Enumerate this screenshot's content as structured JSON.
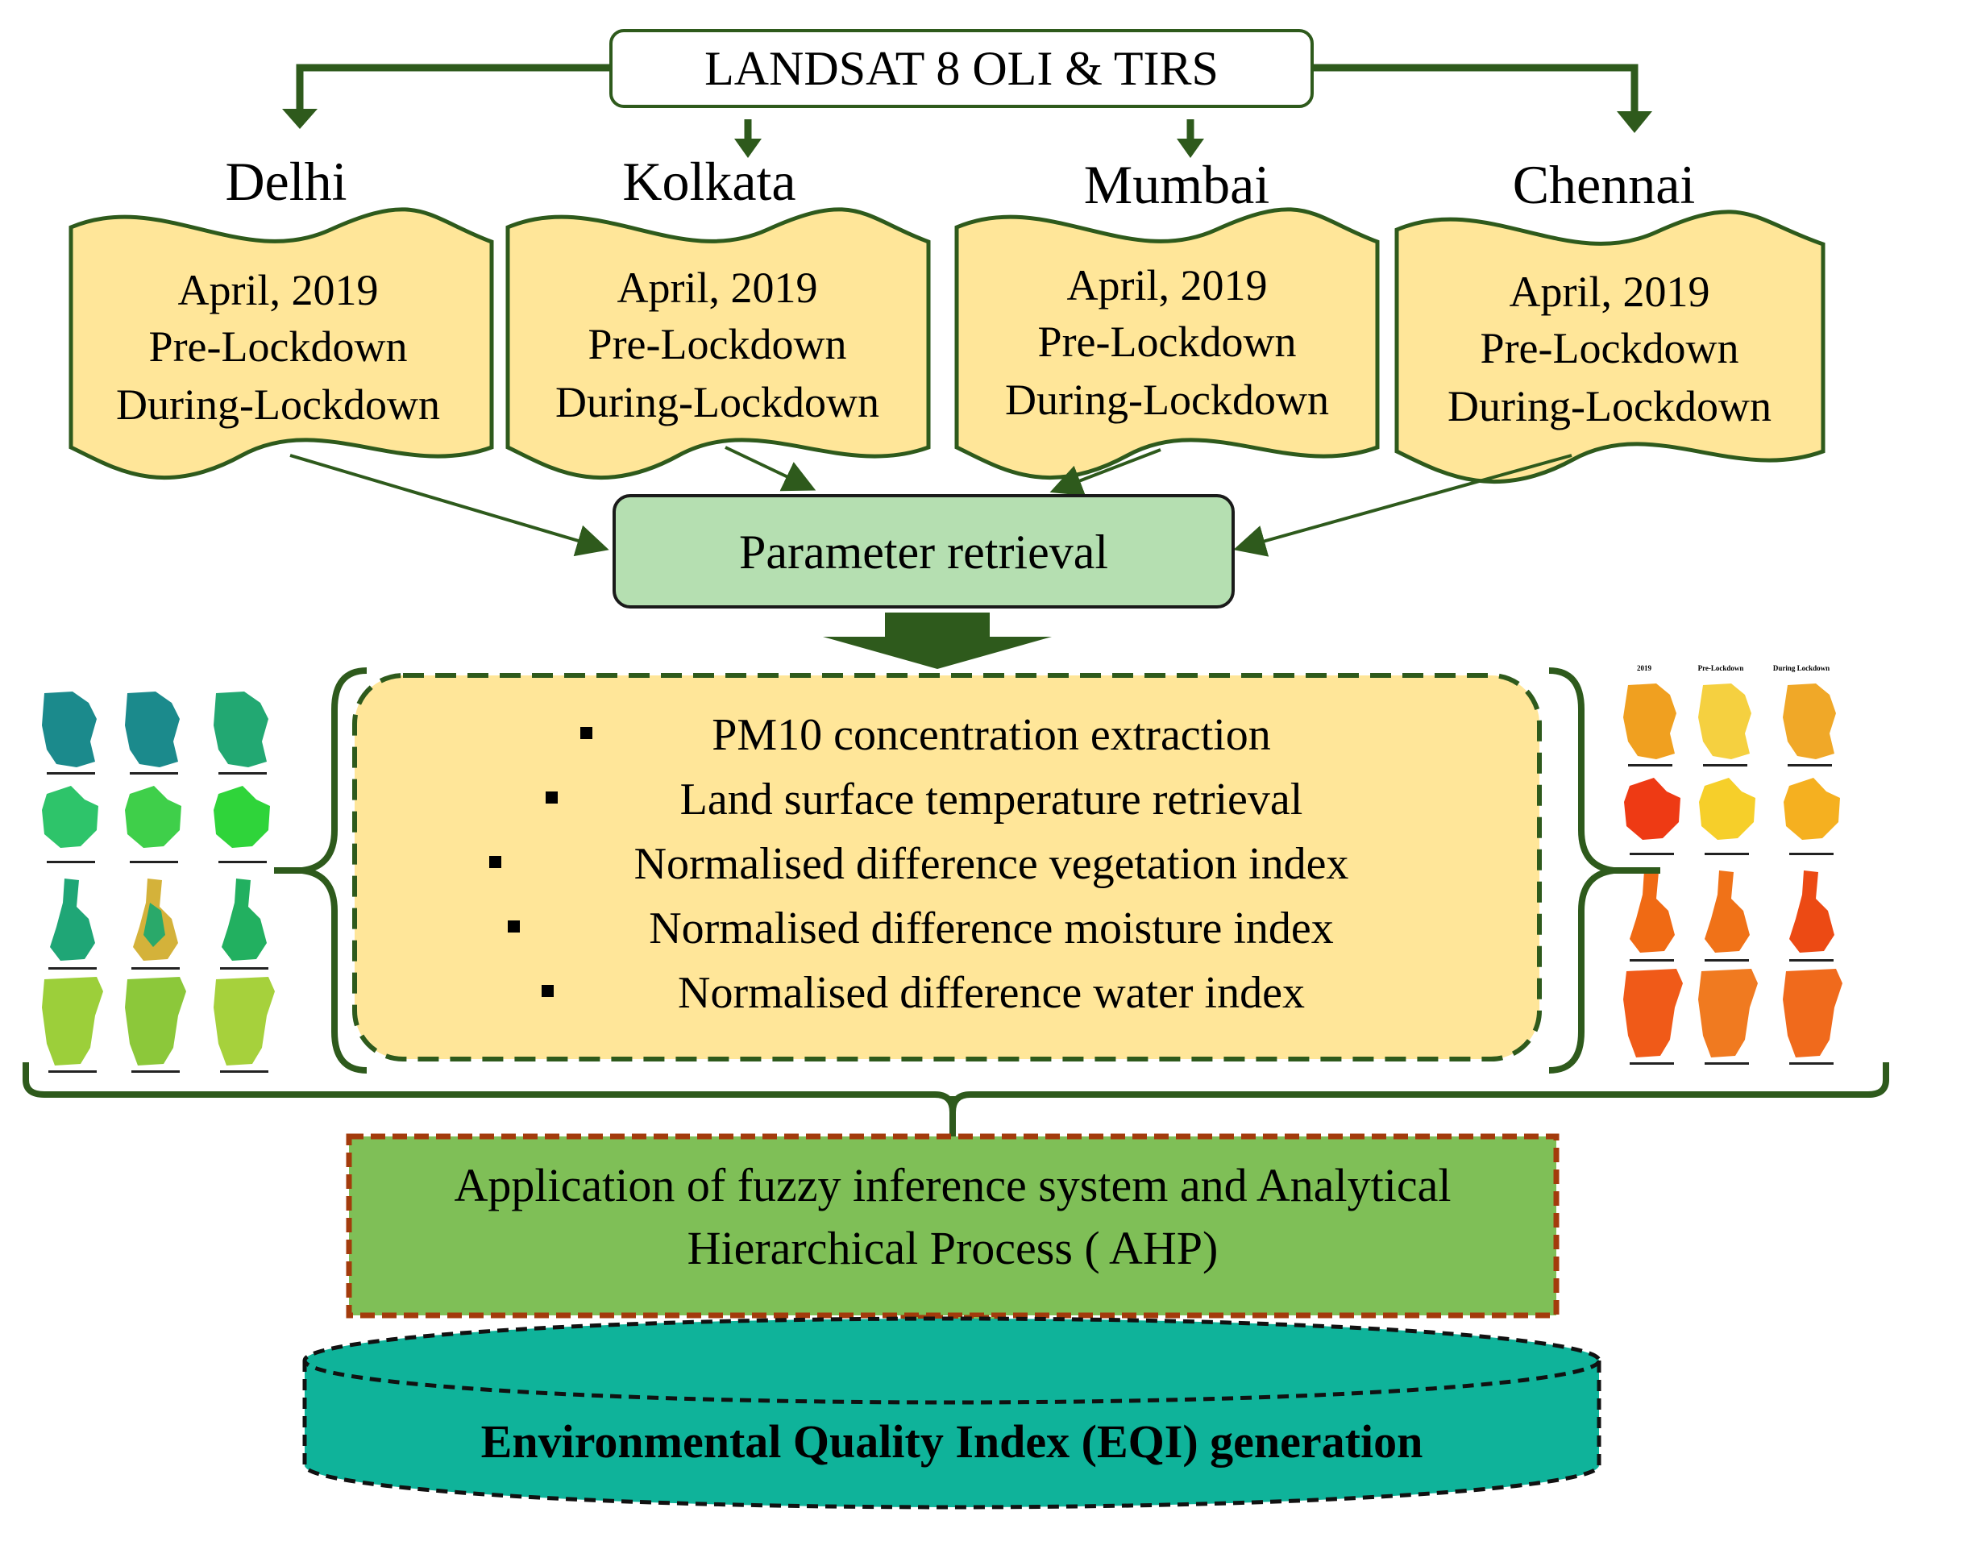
{
  "source": {
    "label": "LANDSAT 8 OLI & TIRS"
  },
  "cities": [
    {
      "name": "Delhi",
      "periods": [
        "April, 2019",
        "Pre-Lockdown",
        "During-Lockdown"
      ]
    },
    {
      "name": "Kolkata",
      "periods": [
        "April, 2019",
        "Pre-Lockdown",
        "During-Lockdown"
      ]
    },
    {
      "name": "Mumbai",
      "periods": [
        "April, 2019",
        "Pre-Lockdown",
        "During-Lockdown"
      ]
    },
    {
      "name": "Chennai",
      "periods": [
        "April, 2019",
        "Pre-Lockdown",
        "During-Lockdown"
      ]
    }
  ],
  "retrieval": {
    "label": "Parameter retrieval"
  },
  "parameters": [
    "PM10 concentration extraction",
    "Land surface temperature retrieval",
    "Normalised difference vegetation index",
    "Normalised difference moisture index",
    "Normalised difference water index"
  ],
  "thumbnail_headers": [
    "2019",
    "Pre-Lockdown",
    "During Lockdown"
  ],
  "fuzzy": {
    "line1": "Application of fuzzy inference system and Analytical",
    "line2": "Hierarchical Process ( AHP)"
  },
  "eqi": {
    "label": "Environmental Quality Index (EQI) generation"
  },
  "colors": {
    "dark_green": "#2e5a1c",
    "banner_fill": "#ffe699",
    "retrieval_fill": "#b5dfb1",
    "params_fill": "#ffe699",
    "fuzzy_fill": "#7fbf57",
    "fuzzy_border": "#a33b0c",
    "eqi_fill": "#0fb39a"
  }
}
